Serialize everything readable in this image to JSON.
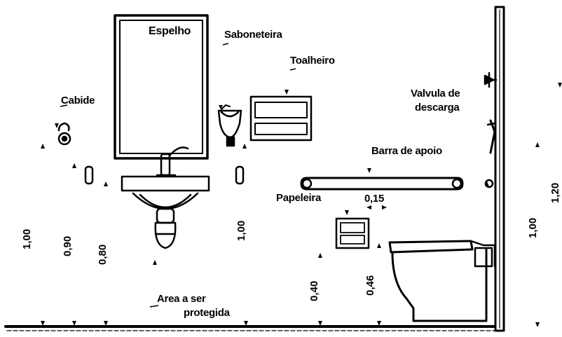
{
  "labels": {
    "espelho": "Espelho",
    "saboneteira": "Saboneteira",
    "toalheiro": "Toalheiro",
    "cabide": "Cabide",
    "valvula_line1": "Valvula de",
    "valvula_line2": "descarga",
    "barra": "Barra de apoio",
    "papeleira": "Papeleira",
    "area_line1": "Area a ser",
    "area_line2": "protegida"
  },
  "dimensions": {
    "d_015": "0,15",
    "d_100_left": "1,00",
    "d_090": "0,90",
    "d_080": "0,80",
    "d_100_mid": "1,00",
    "d_040": "0,40",
    "d_046": "0,46",
    "d_100_right": "1,00",
    "d_120": "1,20"
  },
  "colors": {
    "ink": "#000000",
    "paper": "#ffffff"
  }
}
